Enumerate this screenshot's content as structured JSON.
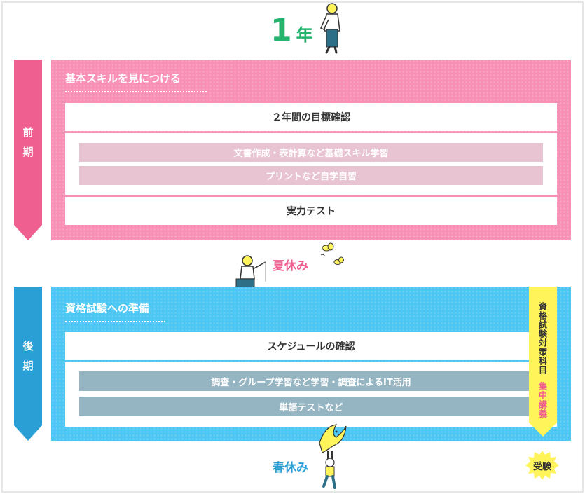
{
  "year": {
    "number": "1",
    "unit": "年"
  },
  "first_term": {
    "label_chars": [
      "前",
      "期"
    ],
    "heading": "基本スキルを見につける",
    "goal": "２年間の目標確認",
    "chips": [
      "文書作成・表計算など基礎スキル学習",
      "プリントなど自学自習"
    ],
    "test": "実力テスト"
  },
  "summer_break": "夏休み",
  "second_term": {
    "label_chars": [
      "後",
      "期"
    ],
    "heading": "資格試験への準備",
    "schedule": "スケジュールの確認",
    "chips": [
      "調査・グループ学習など学習・調査によるIT活用",
      "単語テストなど"
    ]
  },
  "side_tag": {
    "subject": "資格試験対策科目",
    "intensive": "集中講義"
  },
  "spring_break": "春休み",
  "exam_badge": "受験",
  "colors": {
    "green": "#26b36e",
    "pink": "#ef5f8f",
    "pink_panel": "#f890b6",
    "blue": "#2a9fd6",
    "blue_panel": "#4cc6f3",
    "yellow": "#fff45a"
  }
}
